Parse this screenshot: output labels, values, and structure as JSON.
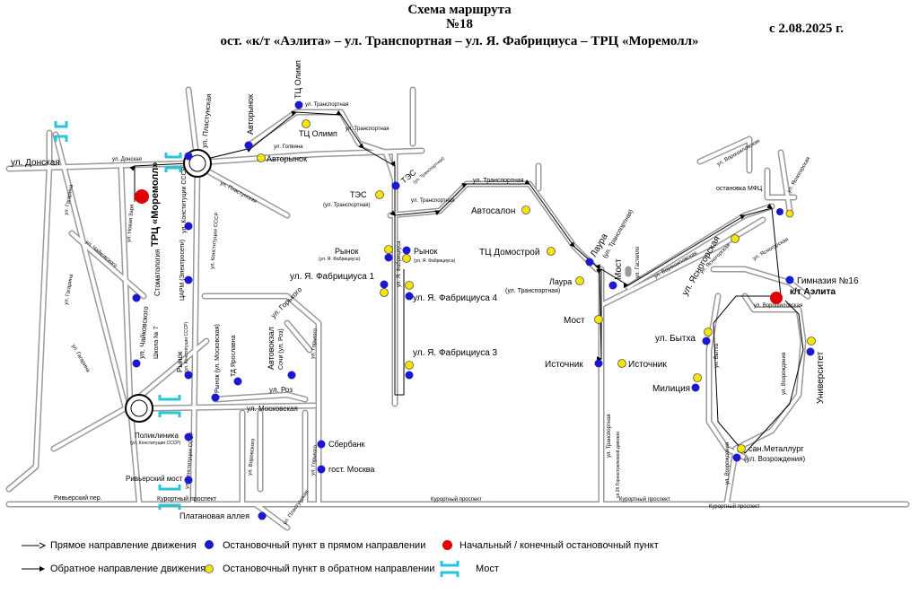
{
  "header": {
    "title": "Схема маршрута",
    "route_number": "№18",
    "route_description": "ост. «к/т «Аэлита» – ул. Транспортная – ул. Я. Фабрициуса – ТРЦ «Моремолл»",
    "date": "с 2.08.2025 г."
  },
  "colors": {
    "forward_stop": "#1a1acc",
    "reverse_stop": "#f5e500",
    "terminal_stop": "#e00000",
    "bridge": "#29c4d8",
    "road": "#9a9a9a"
  },
  "streets": {
    "donskaya_left": "ул. Донская",
    "donskaya_small": "ул. Донская",
    "gagarina_1": "ул. Гагарина",
    "gagarina_2": "ул. Гагарина",
    "gagarina_3": "ул. Гагарина",
    "novaya_zarya": "ул. Новая Заря",
    "chaikovskogo_1": "ул. Чайковского",
    "chaikovskogo_2": "ул. Чайковского",
    "pasteur": "ул. Пластунская",
    "pasteur_2": "ул. Пластунская",
    "konstitucii_1": "ул. Конституции СССР",
    "konstitucii_2": "ул. Конституции СССР",
    "konstitucii_3": "ул. Конституции СССР",
    "konstitucii_4": "ул. Конституции СССР",
    "golovina": "ул. Голвина",
    "transportnaya_1": "ул. Транспортная",
    "transportnaya_2": "ул. Транспортная",
    "transportnaya_3": "ул. Транспортная",
    "transportnaya_4": "ул. Транспортная",
    "fabriciusa_v": "ул. Я. Фабрициуса",
    "gorkogo_1": "ул. Горького",
    "gorkogo_2": "ул. Горького",
    "gorkogo_3": "ул. Горького",
    "roz": "ул. Роз",
    "moskovskaya": "ул. Московская",
    "vorovskogo": "ул. Воровского",
    "kurortny_1": "Курортный проспект",
    "kurortny_2": "Курортный проспект",
    "kurortny_3": "Курортный проспект",
    "kurortny_4": "Курортный проспект",
    "riversky_per": "Ривьерский пер.",
    "plastunskaya_bottom": "ул. Пластунская",
    "transportnaya_vert": "ул. Транспортная",
    "gornostaevskaya": "ул.26 Горнострелковой дивизии",
    "voroshilova": "ул. Ворошиловская",
    "voroshilovskaya_2": "ул. Ворошиловская",
    "voroshilovskaya_3": "ул. Ворошиловская",
    "gastello": "ул. Гастелло",
    "yasnogorskaya_big": "ул. Ясногорская",
    "yasnogorskaya_2": "ул. Ясногорская",
    "yasnogorskaya_3": "ул. Ясногорская",
    "bytkha": "ул. Бытха",
    "vozrozhdeniya_1": "ул. Возрождения",
    "vozrozhdeniya_2": "ул. Возрождения",
    "mfc_stop": "остановка МФЦ",
    "ostro_s": "ул. Ясногорская"
  },
  "stops": {
    "moremoll": "ТРЦ «Моремолл»",
    "stomatologiya": "Стоматология",
    "konstitucii_stop": "ул. Конституции СССР",
    "carm": "ЦАРМ (Электросети)",
    "shkola7": "Школа № 7",
    "rynok": "Рынок",
    "rynok_sub": "(ул. Конституции СССР)",
    "rynok_moskovskaya": "Рынок (ул. Московская)",
    "td_yaroslavna": "ТД Ярославна",
    "avtovokzal": "Автовокзал",
    "avtovokzal_sub": "Сочи (ул. Роз)",
    "poliklinika": "Поликлиника",
    "poliklinika_sub": "(ул. Конституции СССР)",
    "rivyersky_most": "Ривьерский мост",
    "platanovaya": "Платановая аллея",
    "sberbank": "Сбербанк",
    "gost_moskva": "гост. Москва",
    "avtorynok_v": "Авторынок",
    "avtorynok": "Авторынок",
    "tc_olimp_v": "ТЦ Олимп",
    "tc_olimp": "ТЦ Олимп",
    "tes_v": "ТЭС",
    "tes_v_sub": "(ул. Транспортная)",
    "tes": "ТЭС",
    "tes_sub": "(ул. Транспортная)",
    "rynok_l": "Рынок",
    "rynok_l_sub": "(ул. Я. Фабрициуса)",
    "rynok_r": "Рынок",
    "rynok_r_sub": "(ул. Я. Фабрициуса)",
    "fabriciusa1": "ул. Я. Фабрициуса 1",
    "fabriciusa4": "ул. Я. Фабрициуса 4",
    "fabriciusa3": "ул. Я. Фабрициуса 3",
    "avtosalon": "Автосалон",
    "tc_domostroi": "ТЦ Домострой",
    "laura_v": "Лаура",
    "laura_v_sub": "(ул. Транспортная)",
    "laura": "Лаура",
    "laura_sub": "(ул. Транспортная)",
    "most_v": "Мост",
    "most": "Мост",
    "istochnik_l": "Источник",
    "istochnik_r": "Источник",
    "universitet": "Университет",
    "gimnaziya16": "Гимназия №16",
    "aelita": "к/т Аэлита",
    "bytkha_stop": "ул. Бытха",
    "miliciya": "Милиция",
    "metallurg": "сан.Металлург",
    "metallurg_sub": "(ул. Возрождения)"
  },
  "legend": {
    "forward_direction": "Прямое направление движения",
    "reverse_direction": "Обратное направление движения",
    "forward_stop": "Остановочный пункт в прямом направлении",
    "reverse_stop": "Остановочный пункт в обратном направлении",
    "terminal_stop": "Начальный / конечный остановочный пункт",
    "bridge": "Мост"
  }
}
